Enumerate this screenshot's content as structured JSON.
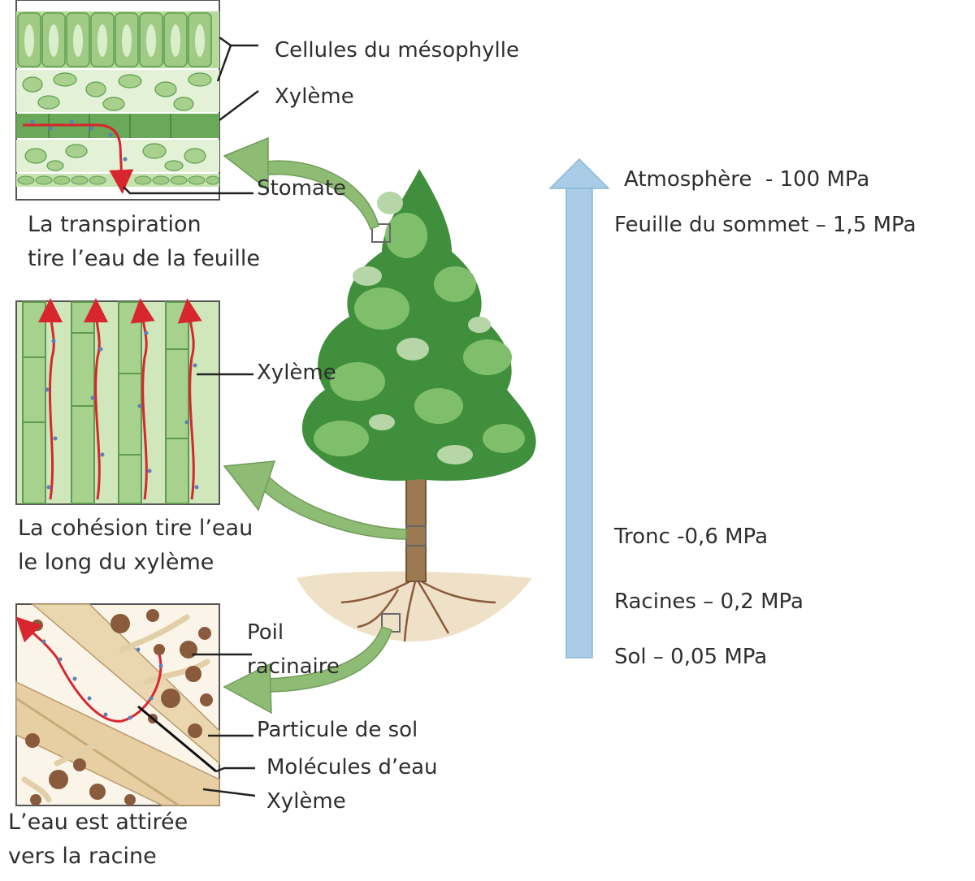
{
  "leaf_panel": {
    "labels": {
      "mesophyll": "Cellules du mésophylle",
      "xylem": "Xylème",
      "stomate": "Stomate"
    },
    "caption": [
      "La transpiration",
      "tire l’eau de la feuille"
    ]
  },
  "stem_panel": {
    "labels": {
      "xylem": "Xylème"
    },
    "caption": [
      "La cohésion tire l’eau",
      "le long du xylème"
    ]
  },
  "root_panel": {
    "labels": {
      "root_hair_1": "Poil",
      "root_hair_2": "racinaire",
      "soil_particle": "Particule de sol",
      "water_molecules": "Molécules d’eau",
      "xylem": "Xylème"
    },
    "caption": [
      "L’eau est attirée",
      "vers la racine"
    ]
  },
  "potential_scale": {
    "arrow_color": "#a9cde6",
    "levels": [
      "Atmosphère  - 100 MPa",
      "Feuille du sommet – 1,5 MPa",
      "Tronc -0,6 MPa",
      "Racines – 0,2 MPa",
      "Sol – 0,05 MPa"
    ]
  },
  "colors": {
    "cell_green": "#9fcb85",
    "cell_light": "#d6ecc6",
    "water_path_red": "#d7262e",
    "water_dot_blue": "#5d7fb8",
    "tree_dark": "#3f8f3c",
    "tree_light": "#7fbe6a",
    "curved_arrow": "#8fbc74",
    "soil_brown": "#8a5a3c"
  },
  "icons": [
    "tree-icon",
    "curved-arrow-icon",
    "up-arrow-icon"
  ]
}
